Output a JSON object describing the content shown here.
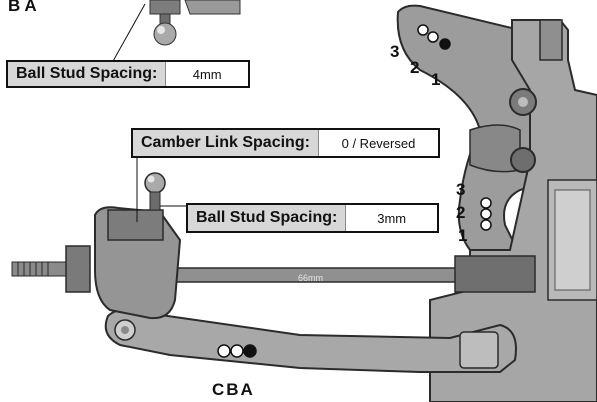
{
  "callouts": {
    "top_left": {
      "label": "Ball Stud Spacing:",
      "value": "4mm"
    },
    "camber": {
      "label": "Camber Link Spacing:",
      "value": "0 / Reversed"
    },
    "mid": {
      "label": "Ball Stud Spacing:",
      "value": "3mm"
    }
  },
  "position_labels": {
    "top_ba": "B A",
    "bottom_cba": "CBA",
    "tower_upper": [
      "3",
      "2",
      "1"
    ],
    "tower_lower": [
      "3",
      "2",
      "1"
    ]
  },
  "axle_marking": "66mm",
  "colors": {
    "part_gray": "#8a8a8a",
    "part_dark": "#5a5a5a",
    "part_light": "#c8c8c8",
    "callout_bg": "#d7d7d7",
    "hole_fill_selected": "#111111"
  }
}
